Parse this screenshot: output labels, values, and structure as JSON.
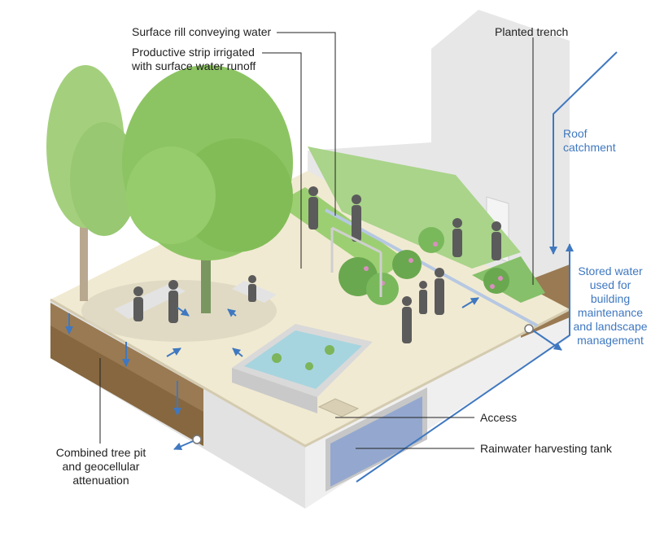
{
  "colors": {
    "annotation_blue": "#3f78c0",
    "leader_black": "#222222",
    "paving": "#f1ead2",
    "soil": "#9a7a52",
    "tree_green": "#8dc463",
    "water": "#a6d5df",
    "tank": "#94a8cf",
    "wall": "#e4e4e4"
  },
  "labels": {
    "surface_rill": "Surface rill conveying water",
    "productive_strip": "Productive strip irrigated\nwith surface water runoff",
    "planted_trench": "Planted trench",
    "roof_catchment": "Roof\ncatchment",
    "stored_water": "Stored water\nused for\nbuilding\nmaintenance\nand landscape\nmanagement",
    "access": "Access",
    "rainwater_tank": "Rainwater harvesting tank",
    "tree_pit": "Combined tree pit\nand geocellular\nattenuation"
  }
}
